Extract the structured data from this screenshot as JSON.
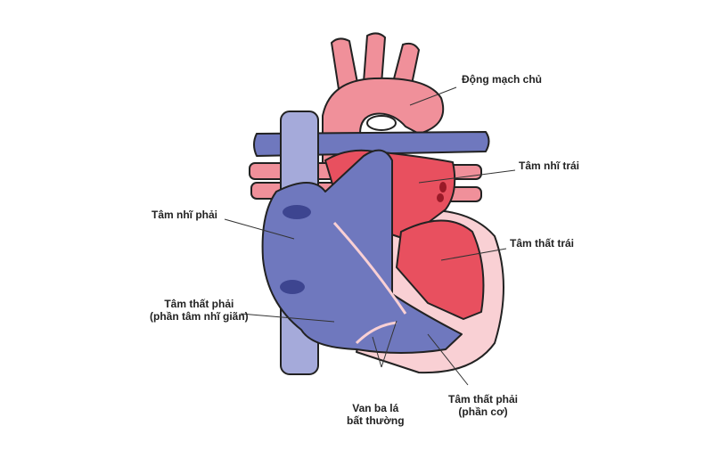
{
  "labels": {
    "aorta": "Động mạch chủ",
    "left_atrium": "Tâm nhĩ trái",
    "left_ventricle": "Tâm thất trái",
    "right_atrium": "Tâm nhĩ phải",
    "rv_atrialized_line1": "Tâm thất phải",
    "rv_atrialized_line2": "(phần tâm nhĩ giãn)",
    "tricuspid_line1": "Van ba lá",
    "tricuspid_line2": "bất thường",
    "rv_muscular_line1": "Tâm thất phải",
    "rv_muscular_line2": "(phần cơ)"
  },
  "colors": {
    "blue": "#6f78be",
    "light_blue": "#a5aada",
    "red": "#e8505f",
    "pink": "#f0909a",
    "myocardium": "#f9d0d4"
  }
}
